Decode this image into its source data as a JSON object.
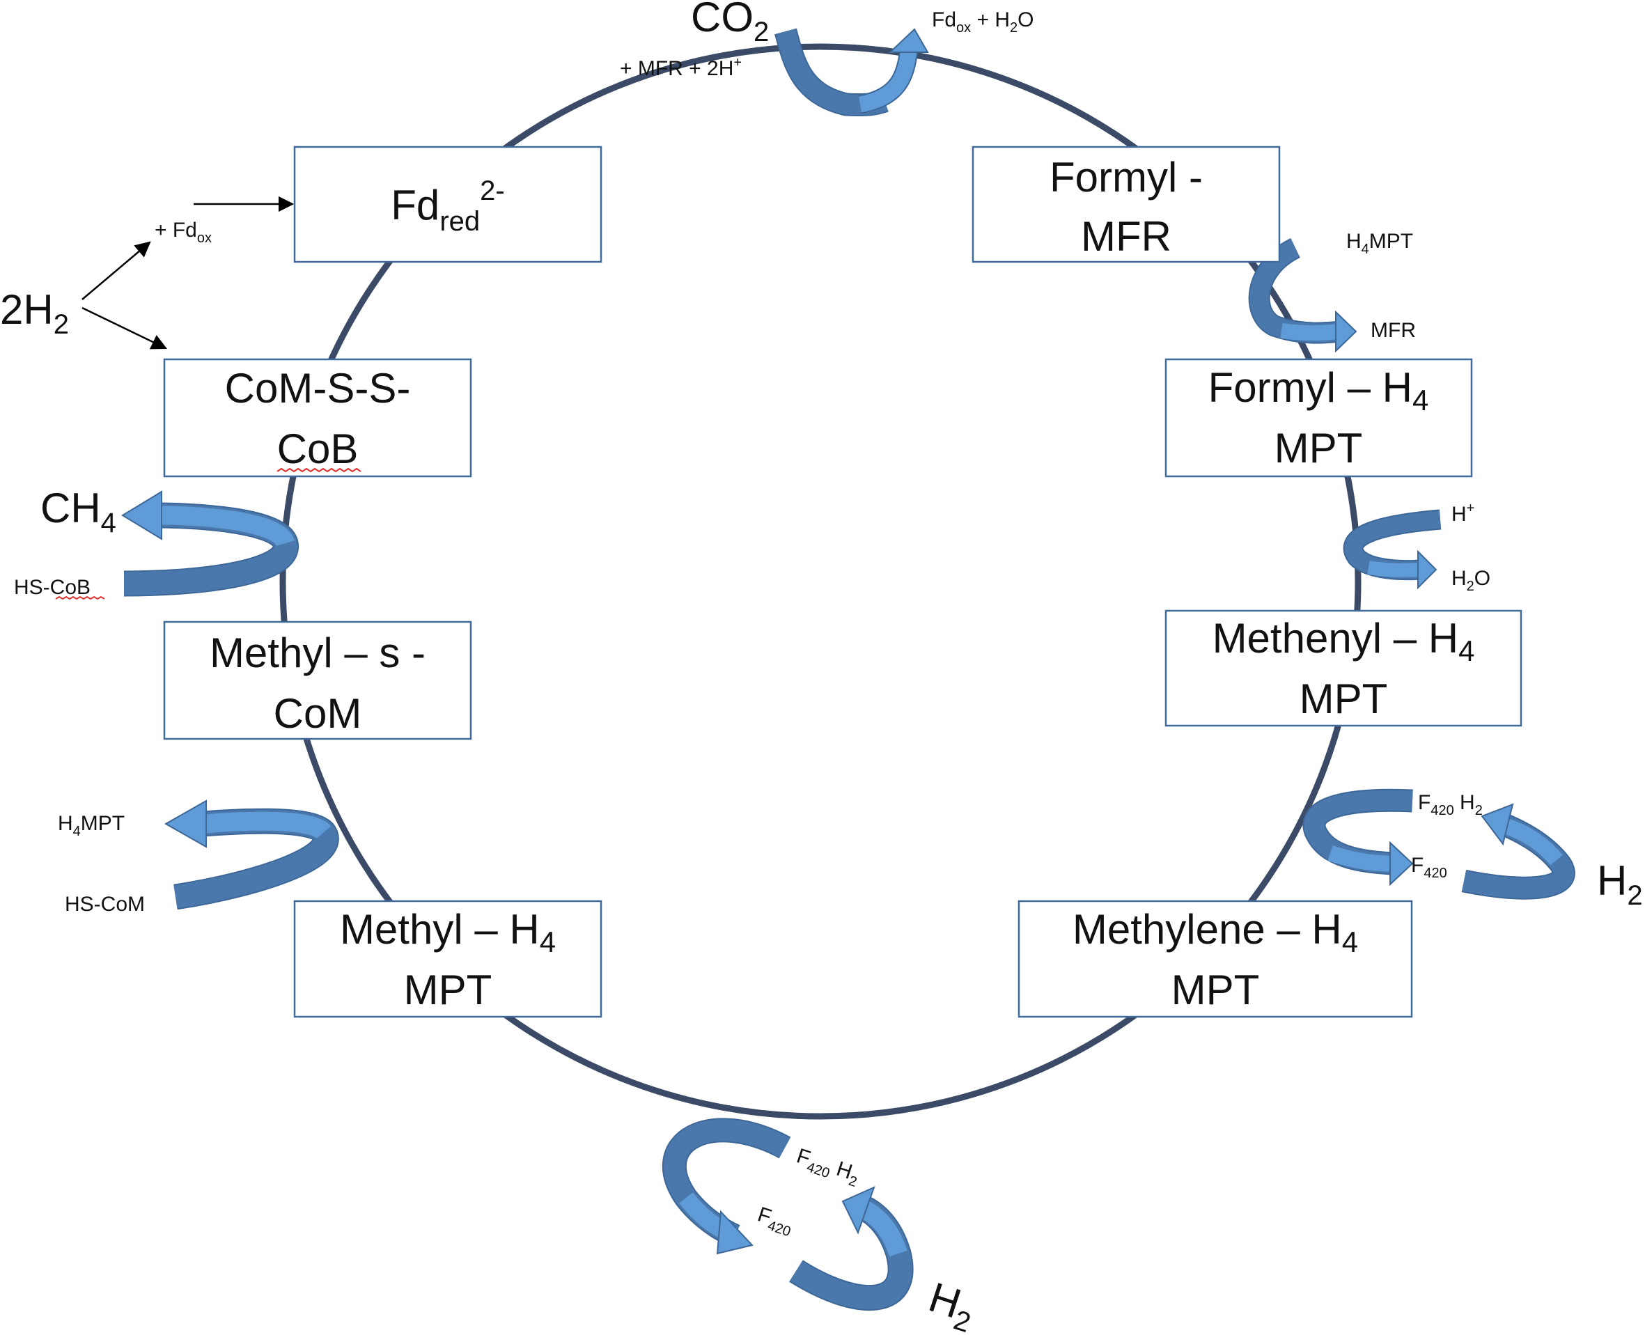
{
  "cycle": {
    "boxes": {
      "fd_red": {
        "main": "Fd",
        "sub": "red",
        "sup": "2-"
      },
      "formyl_mfr": {
        "line1": "Formyl -",
        "line2": "MFR"
      },
      "formyl_h4mpt": {
        "line1_main": "Formyl – H",
        "line1_sub": "4",
        "line2": "MPT"
      },
      "methenyl_h4mpt": {
        "line1_main": "Methenyl – H",
        "line1_sub": "4",
        "line2": "MPT"
      },
      "methylene_h4mpt": {
        "line1_main": "Methylene – H",
        "line1_sub": "4",
        "line2": "MPT"
      },
      "methyl_h4mpt": {
        "line1_main": "Methyl – H",
        "line1_sub": "4",
        "line2": "MPT"
      },
      "methyl_s_com": {
        "line1": "Methyl – s -",
        "line2": "CoM"
      },
      "com_s_s_cob": {
        "line1": "CoM-S-S-",
        "line2": "CoB"
      }
    },
    "labels": {
      "co2": {
        "main": "CO",
        "sub": "2"
      },
      "mfr_2h": {
        "main": "+ MFR + 2H",
        "sup": "+"
      },
      "fdox_h2o": {
        "a": "Fd",
        "a_sub": "ox",
        "b": " + H",
        "b_sub": "2",
        "c": "O"
      },
      "h4mpt_in": {
        "a": "H",
        "a_sub": "4",
        "b": "MPT"
      },
      "mfr_out": "MFR",
      "h_plus": {
        "main": "H",
        "sup": "+"
      },
      "h2o": {
        "a": "H",
        "a_sub": "2",
        "b": "O"
      },
      "f420h2_right": {
        "a": "F",
        "a_sub": "420",
        "b": " H",
        "b_sub": "2"
      },
      "f420_right": {
        "a": "F",
        "a_sub": "420"
      },
      "h2_right": {
        "main": "H",
        "sub": "2"
      },
      "f420h2_bottom": {
        "a": "F",
        "a_sub": "420",
        "b": " H",
        "b_sub": "2"
      },
      "f420_bottom": {
        "a": "F",
        "a_sub": "420"
      },
      "h2_bottom": {
        "main": "H",
        "sub": "2"
      },
      "h4mpt_out": {
        "a": "H",
        "a_sub": "4",
        "b": "MPT"
      },
      "hs_com": "HS-CoM",
      "ch4": {
        "main": "CH",
        "sub": "4"
      },
      "hs_cob": "HS-CoB",
      "two_h2": {
        "main": "2H",
        "sub": "2"
      },
      "plus_fdox": {
        "a": "+ Fd",
        "a_sub": "ox"
      }
    }
  },
  "colors": {
    "cycle_line": "#3b4a66",
    "arrow_dark": "#4a78ad",
    "arrow_light": "#5f9bd6",
    "box_border": "#3f6a99",
    "arrow_edge": "#3d6797"
  }
}
